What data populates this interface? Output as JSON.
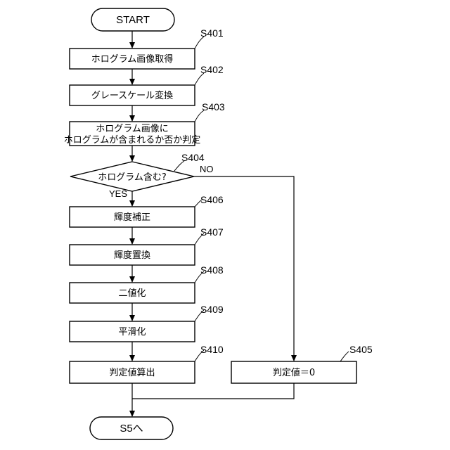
{
  "start_label": "START",
  "end_label": "S5へ",
  "steps": {
    "s401": {
      "id": "S401",
      "text": "ホログラム画像取得"
    },
    "s402": {
      "id": "S402",
      "text": "グレースケール変換"
    },
    "s403": {
      "id": "S403",
      "line1": "ホログラム画像に",
      "line2": "ホログラムが含まれるか否か判定"
    },
    "s404": {
      "id": "S404",
      "text": "ホログラム含む?"
    },
    "s405": {
      "id": "S405",
      "text": "判定値＝0"
    },
    "s406": {
      "id": "S406",
      "text": "輝度補正"
    },
    "s407": {
      "id": "S407",
      "text": "輝度置換"
    },
    "s408": {
      "id": "S408",
      "text": "二値化"
    },
    "s409": {
      "id": "S409",
      "text": "平滑化"
    },
    "s410": {
      "id": "S410",
      "text": "判定値算出"
    }
  },
  "branches": {
    "yes": "YES",
    "no": "NO"
  }
}
